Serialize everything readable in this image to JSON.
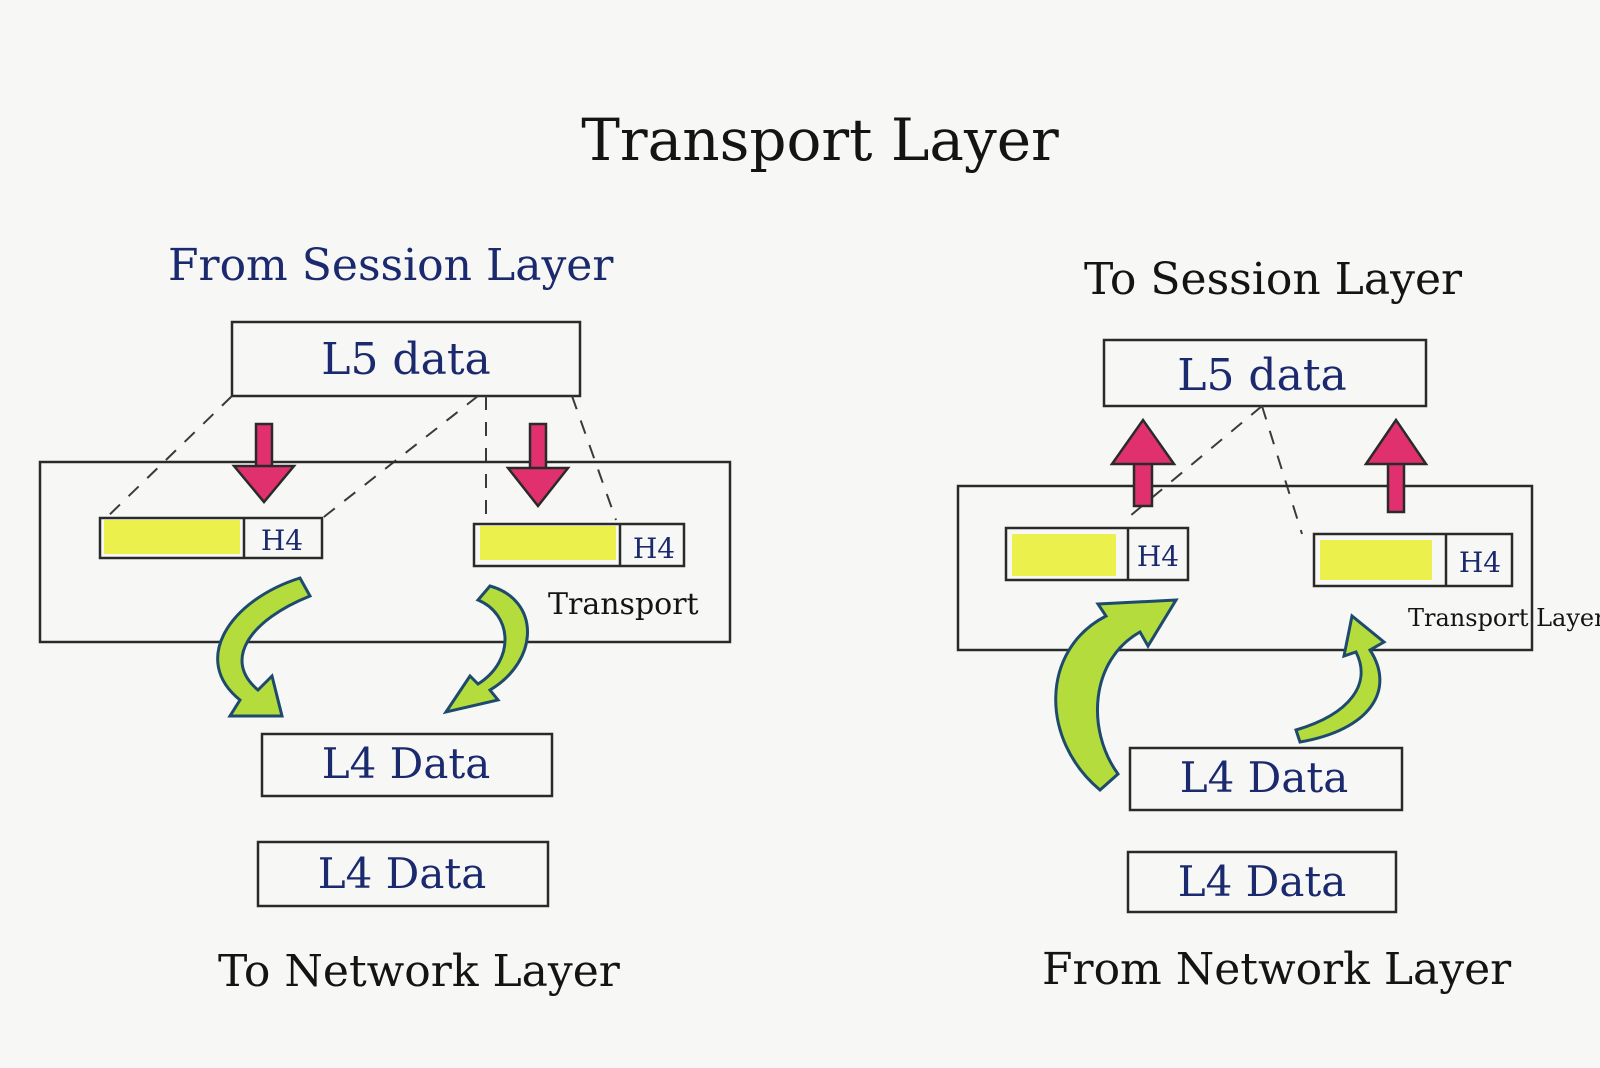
{
  "title": "Transport Layer",
  "left": {
    "top_label": "From Session Layer",
    "l5_box": "L5 data",
    "segment_header_1": "H4",
    "segment_header_2": "H4",
    "layer_tag": "Transport",
    "l4_box_1": "L4 Data",
    "l4_box_2": "L4 Data",
    "bottom_label": "To Network Layer"
  },
  "right": {
    "top_label": "To Session Layer",
    "l5_box": "L5 data",
    "segment_header_1": "H4",
    "segment_header_2": "H4",
    "layer_tag": "Transport Layer",
    "l4_box_1": "L4 Data",
    "l4_box_2": "L4 Data",
    "bottom_label": "From Network Layer"
  },
  "colors": {
    "payload": "#e9ee3a",
    "down_up_arrow": "#e0306e",
    "curved_arrow": "#b4dc3c",
    "blue_ink": "#1b2a6e"
  }
}
